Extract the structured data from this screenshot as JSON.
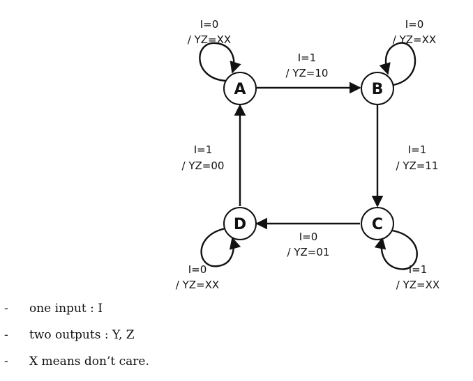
{
  "states": [
    {
      "id": "A",
      "label": "A"
    },
    {
      "id": "B",
      "label": "B"
    },
    {
      "id": "C",
      "label": "C"
    },
    {
      "id": "D",
      "label": "D"
    }
  ],
  "transitions": {
    "A_B": {
      "cond": "I=1",
      "out": "/ YZ=10"
    },
    "B_C": {
      "cond": "I=1",
      "out": "/ YZ=11"
    },
    "C_D": {
      "cond": "I=0",
      "out": "/ YZ=01"
    },
    "D_A": {
      "cond": "I=1",
      "out": "/ YZ=00"
    },
    "A_A": {
      "cond": "I=0",
      "out": "/ YZ=XX"
    },
    "B_B": {
      "cond": "I=0",
      "out": "/ YZ=XX"
    },
    "C_C": {
      "cond": "I=1",
      "out": "/ YZ=XX"
    },
    "D_D": {
      "cond": "I=0",
      "out": "/ YZ=XX"
    }
  },
  "notes": [
    {
      "bullet": "-",
      "text": "one input : I"
    },
    {
      "bullet": "-",
      "text": "two outputs : Y, Z"
    },
    {
      "bullet": "-",
      "text": "X means don’t care."
    }
  ]
}
